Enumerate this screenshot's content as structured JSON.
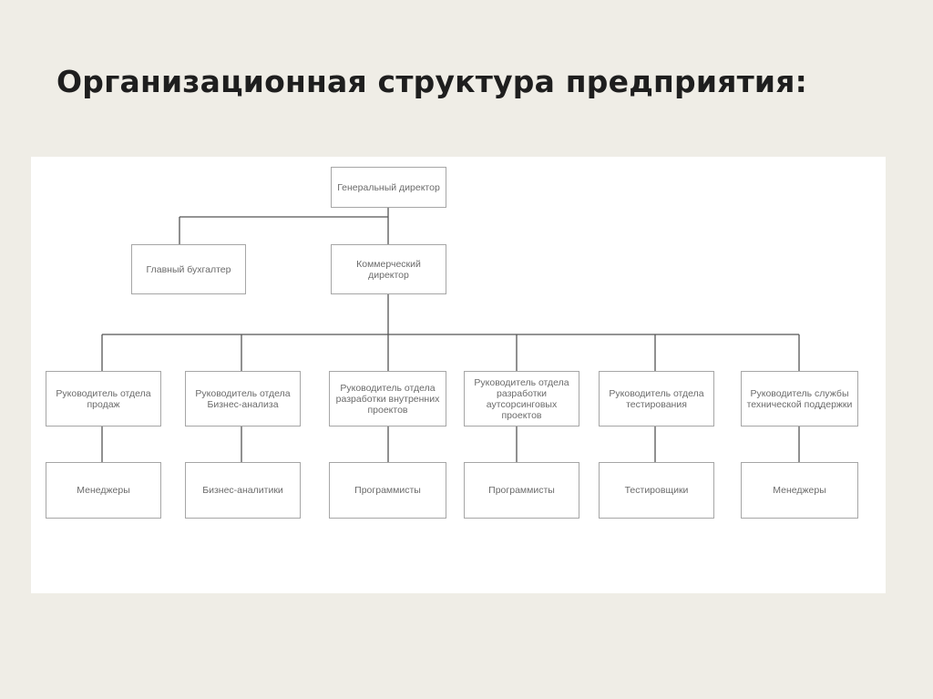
{
  "slide": {
    "title": "Организационная структура предприятия:"
  },
  "org_chart": {
    "colors": {
      "border": "#a6a6a6",
      "connector": "#555555",
      "text": "#6b6b6b"
    },
    "nodes": {
      "ceo": "Генеральный директор",
      "chief_accountant": "Главный бухгалтер",
      "commercial_director": "Коммерческий директор",
      "head_sales": "Руководитель отдела\nпродаж",
      "head_business_analysis": "Руководитель отдела\nБизнес-анализа",
      "head_internal_dev": "Руководитель отдела\nразработки внутренних\nпроектов",
      "head_outsourcing_dev": "Руководитель отдела\nразработки\nаутсорсинговых\nпроектов",
      "head_testing": "Руководитель отдела\nтестирования",
      "head_support": "Руководитель службы\nтехнической поддержки",
      "managers_sales": "Менеджеры",
      "business_analysts": "Бизнес-аналитики",
      "programmers_internal": "Программисты",
      "programmers_outsourcing": "Программисты",
      "testers": "Тестировщики",
      "managers_support": "Менеджеры"
    }
  }
}
